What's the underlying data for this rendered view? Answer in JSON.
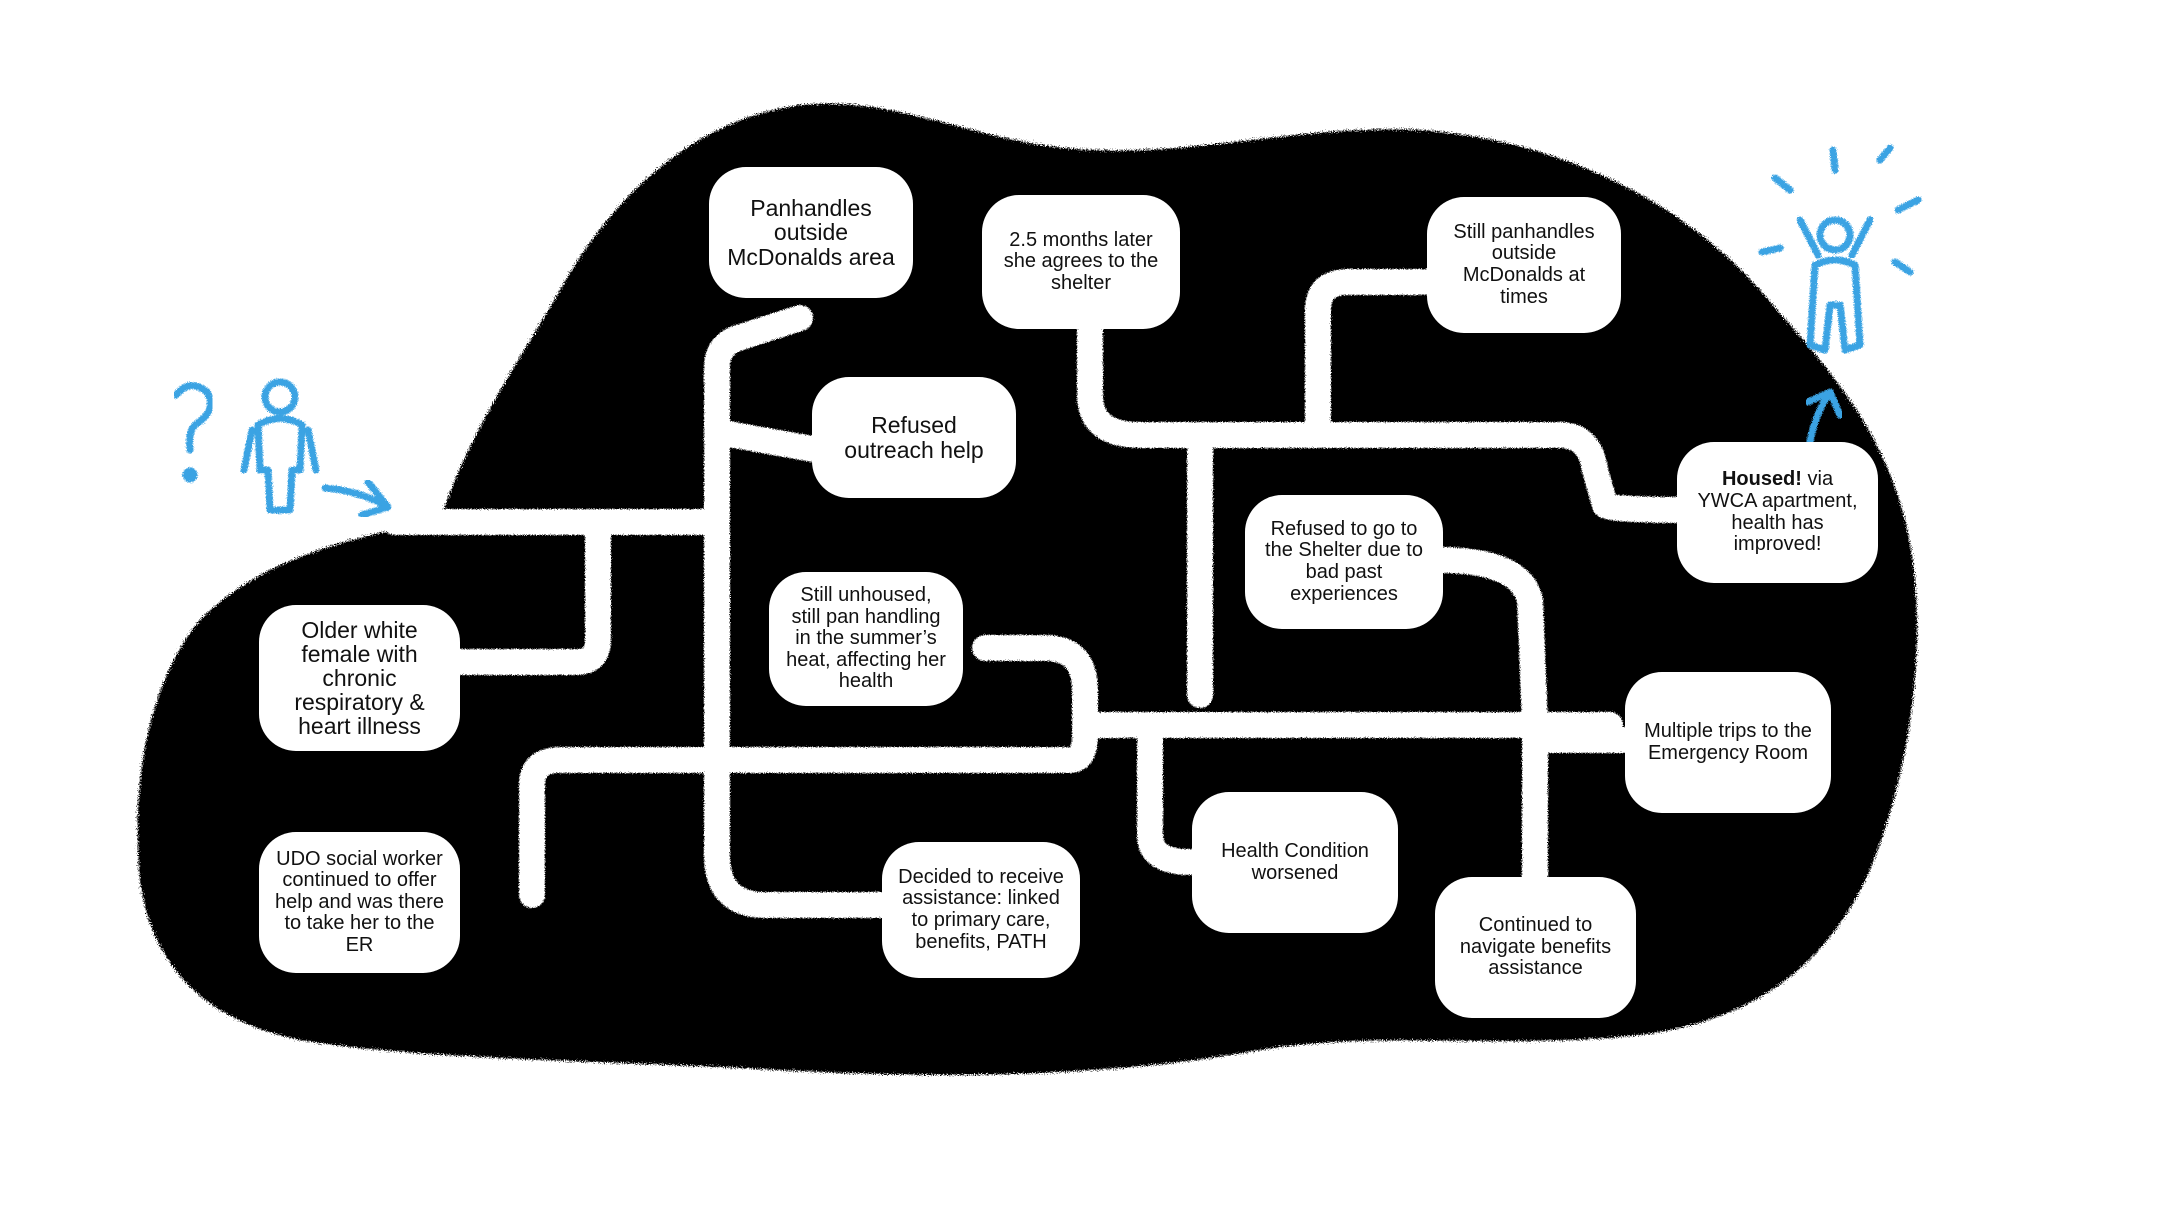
{
  "colors": {
    "cloud": "#050505",
    "path": "#ffffff",
    "figure": "#3aa3e3",
    "text": "#111111"
  },
  "icons": {
    "start_figure": "person-icon",
    "question_mark": "question-mark-icon",
    "start_arrow": "arrow-right-icon",
    "end_figure": "celebrating-person-icon",
    "end_arrow": "arrow-up-icon"
  },
  "start_mark": "?",
  "nodes": {
    "older_white_female": "Older white female with chronic respiratory & heart illness",
    "panhandles_mcdonalds": "Panhandles outside McDonalds area",
    "refused_outreach": "Refused outreach help",
    "still_unhoused": "Still unhoused, still pan handling in the summer’s heat, affecting her health",
    "udo_social_worker": "UDO social worker continued to offer help and was there to take her to the ER",
    "decided_assistance": "Decided to receive assistance: linked to primary care, benefits, PATH",
    "agrees_shelter": "2.5 months later she agrees to the shelter",
    "refused_shelter": "Refused to go to the Shelter due to bad past experiences",
    "health_worsened": "Health Condition worsened",
    "still_panhandles": "Still panhandles outside McDonalds at times",
    "emergency_room": "Multiple trips to the Emergency Room",
    "navigate_benefits": "Continued to navigate benefits assistance",
    "housed_bold": "Housed!",
    "housed_rest": " via YWCA apartment, health has improved!"
  }
}
